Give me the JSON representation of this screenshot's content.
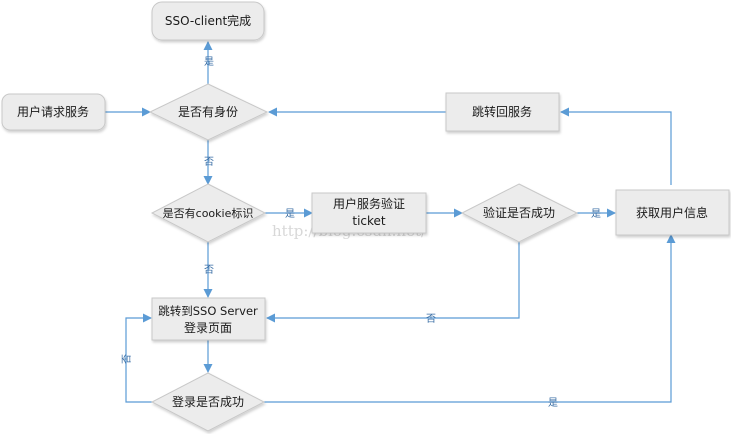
{
  "nodes": {
    "sso_client_done": "SSO-client完成",
    "user_request": "用户请求服务",
    "has_identity": "是否有身份",
    "redirect_back": "跳转回服务",
    "has_cookie": "是否有cookie标识",
    "verify_ticket_line1": "用户服务验证",
    "verify_ticket_line2": "ticket",
    "verify_success": "验证是否成功",
    "get_user_info": "获取用户信息",
    "redirect_login_line1": "跳转到SSO Server",
    "redirect_login_line2": "登录页面",
    "login_success": "登录是否成功"
  },
  "edges": {
    "identity_yes": "是",
    "identity_no": "否",
    "cookie_yes": "是",
    "cookie_no": "否",
    "verify_yes": "是",
    "verify_no": "否",
    "login_no": "否",
    "login_yes": "是"
  },
  "watermark": "http://blog.csdn.net/",
  "colors": {
    "box_fill": "#ececec",
    "box_stroke": "#c8c8c8",
    "arrow": "#5b9bd5",
    "edge_label": "#3a6ea5"
  }
}
